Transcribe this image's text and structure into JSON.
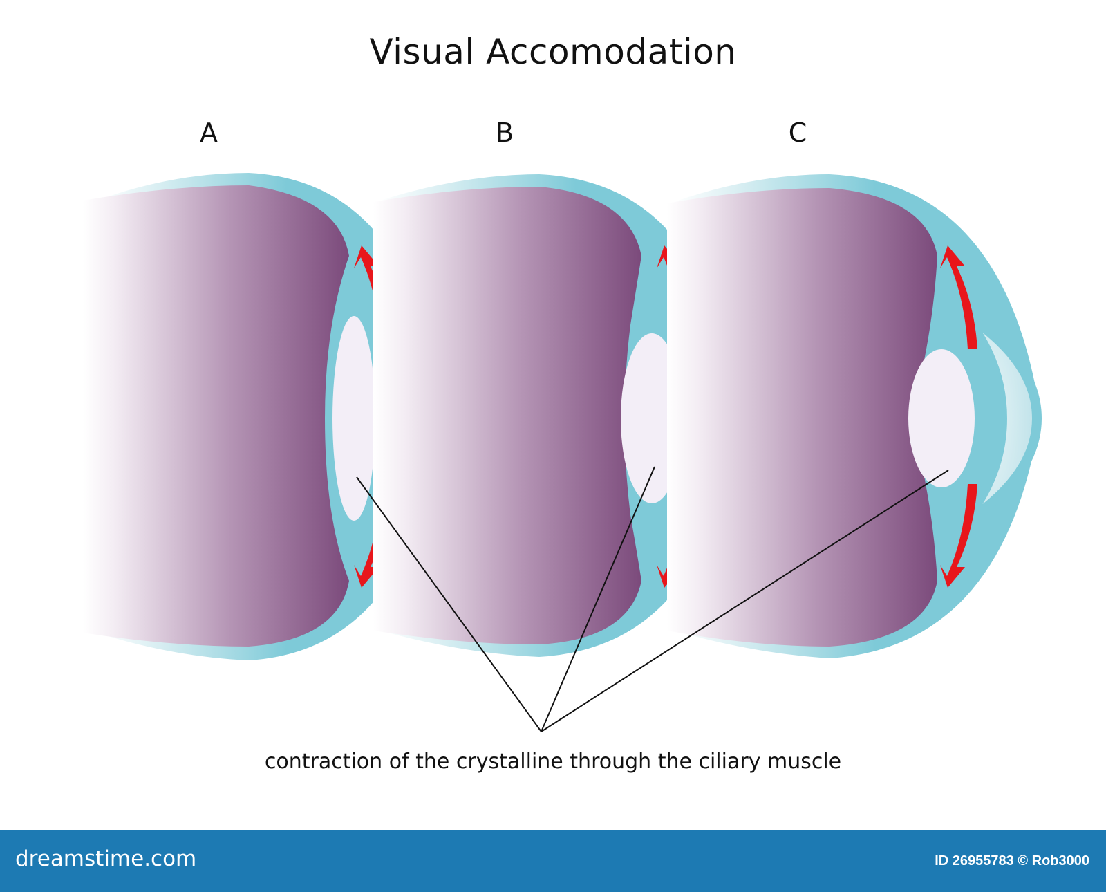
{
  "title": "Visual Accomodation",
  "eyes": [
    {
      "label": "A"
    },
    {
      "label": "B"
    },
    {
      "label": "C"
    }
  ],
  "caption": "contraction of the crystalline through the ciliary muscle",
  "watermark": {
    "brand": "dreamstime.com",
    "credit": "ID 26955783 © Rob3000"
  },
  "colors": {
    "sclera": "#7ecad8",
    "sclera_light": "#d9eff3",
    "vitreous_dark": "#7d4c7d",
    "vitreous_light": "#f5eef5",
    "lens": "#f3eef7",
    "arrow": "#e8161b",
    "footer": "#1d7ab3"
  }
}
